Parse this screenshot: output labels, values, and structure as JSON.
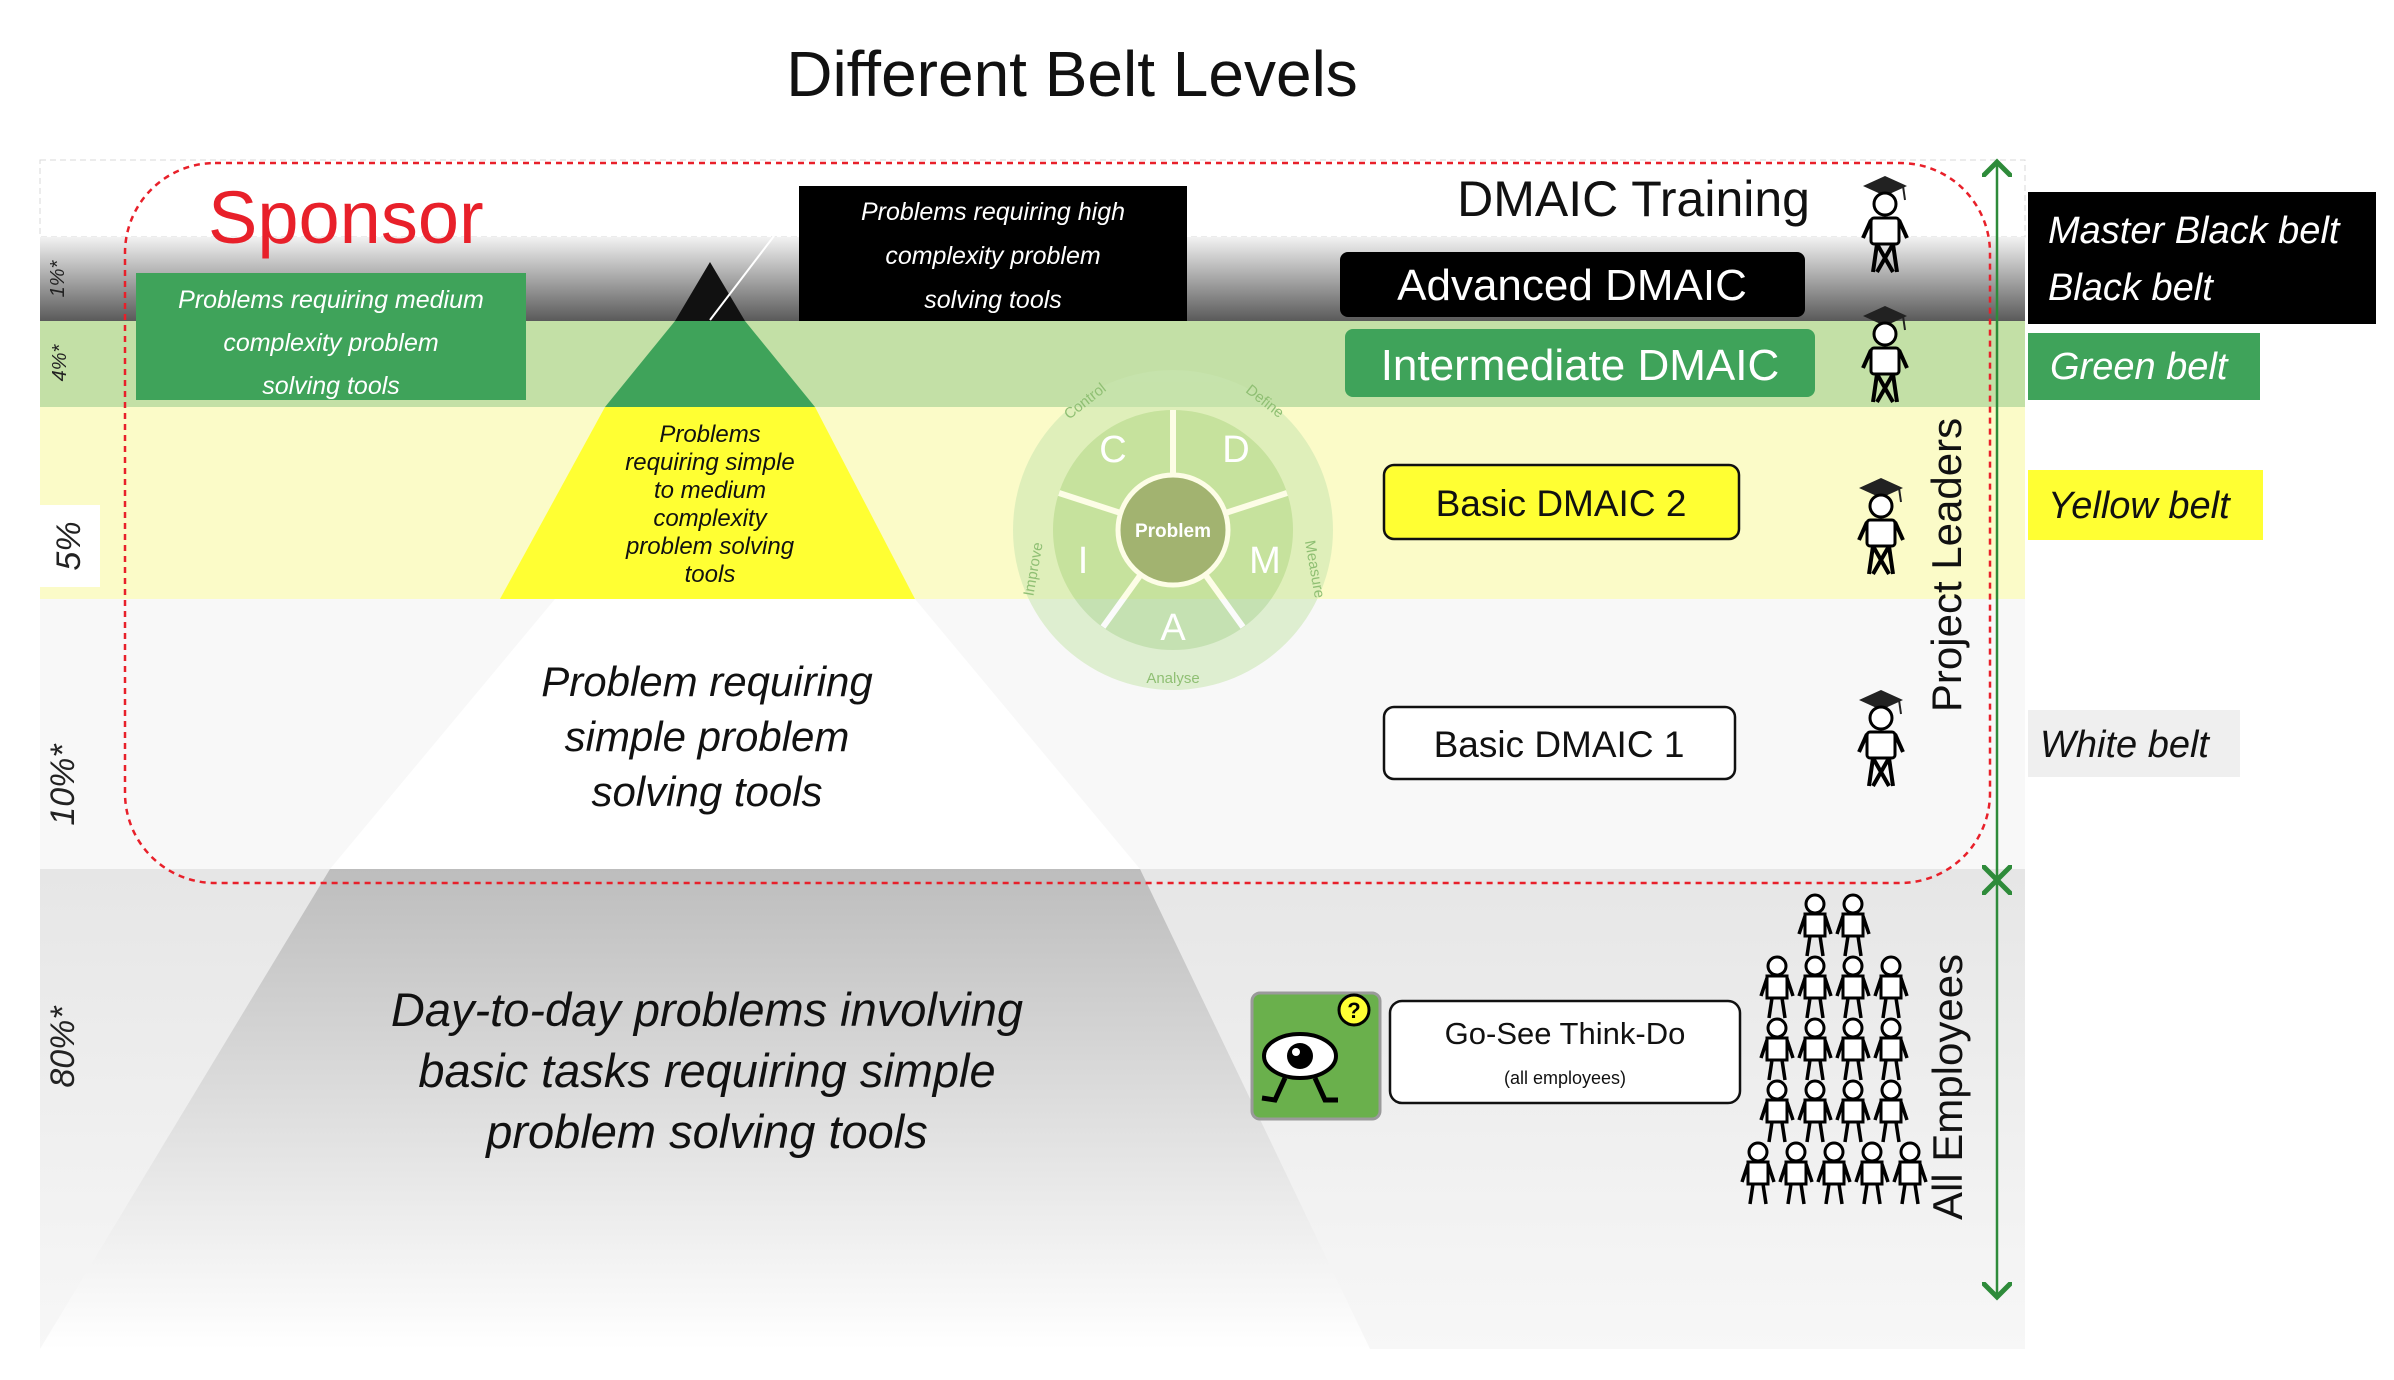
{
  "title": "Different Belt Levels",
  "sponsor": "Sponsor",
  "dmaic_training": "DMAIC Training",
  "percentages": {
    "top": "1%*",
    "green": "4%*",
    "yellow": "5%",
    "white": "10%*",
    "bottom": "80%*"
  },
  "pyramid_texts": {
    "high": [
      "Problems requiring  high",
      "complexity problem",
      "solving tools"
    ],
    "medium": [
      "Problems requiring  medium",
      "complexity problem",
      "solving tools"
    ],
    "simple_medium": [
      "Problems",
      "requiring simple",
      "to medium",
      "complexity",
      "problem solving",
      "tools"
    ],
    "simple": [
      "Problem requiring",
      "simple problem",
      "solving tools"
    ],
    "day_to_day": [
      "Day-to-day problems involving",
      "basic tasks requiring simple",
      "problem solving tools"
    ]
  },
  "trainings": {
    "advanced": "Advanced  DMAIC",
    "intermediate": "Intermediate  DMAIC",
    "basic2": "Basic DMAIC  2",
    "basic1": "Basic DMAIC  1",
    "gosee": "Go-See Think-Do",
    "gosee_sub": "(all employees)"
  },
  "belts": {
    "master_black": "Master Black belt",
    "black": "Black belt",
    "green": "Green belt",
    "yellow": "Yellow belt",
    "white": "White belt"
  },
  "side_labels": {
    "project_leaders": "Project Leaders",
    "all_employees": "All Employees"
  },
  "dmaic_wheel": {
    "center": "Problem",
    "letters": [
      "C",
      "D",
      "M",
      "A",
      "I"
    ],
    "ring": [
      "Control",
      "Define",
      "Measure",
      "Analyse",
      "Improve"
    ]
  },
  "colors": {
    "green": "#3fa35a",
    "yellow": "#ffff33",
    "black": "#000000",
    "sponsor_red": "#e8202a",
    "arrow_green": "#2e8b3a"
  }
}
